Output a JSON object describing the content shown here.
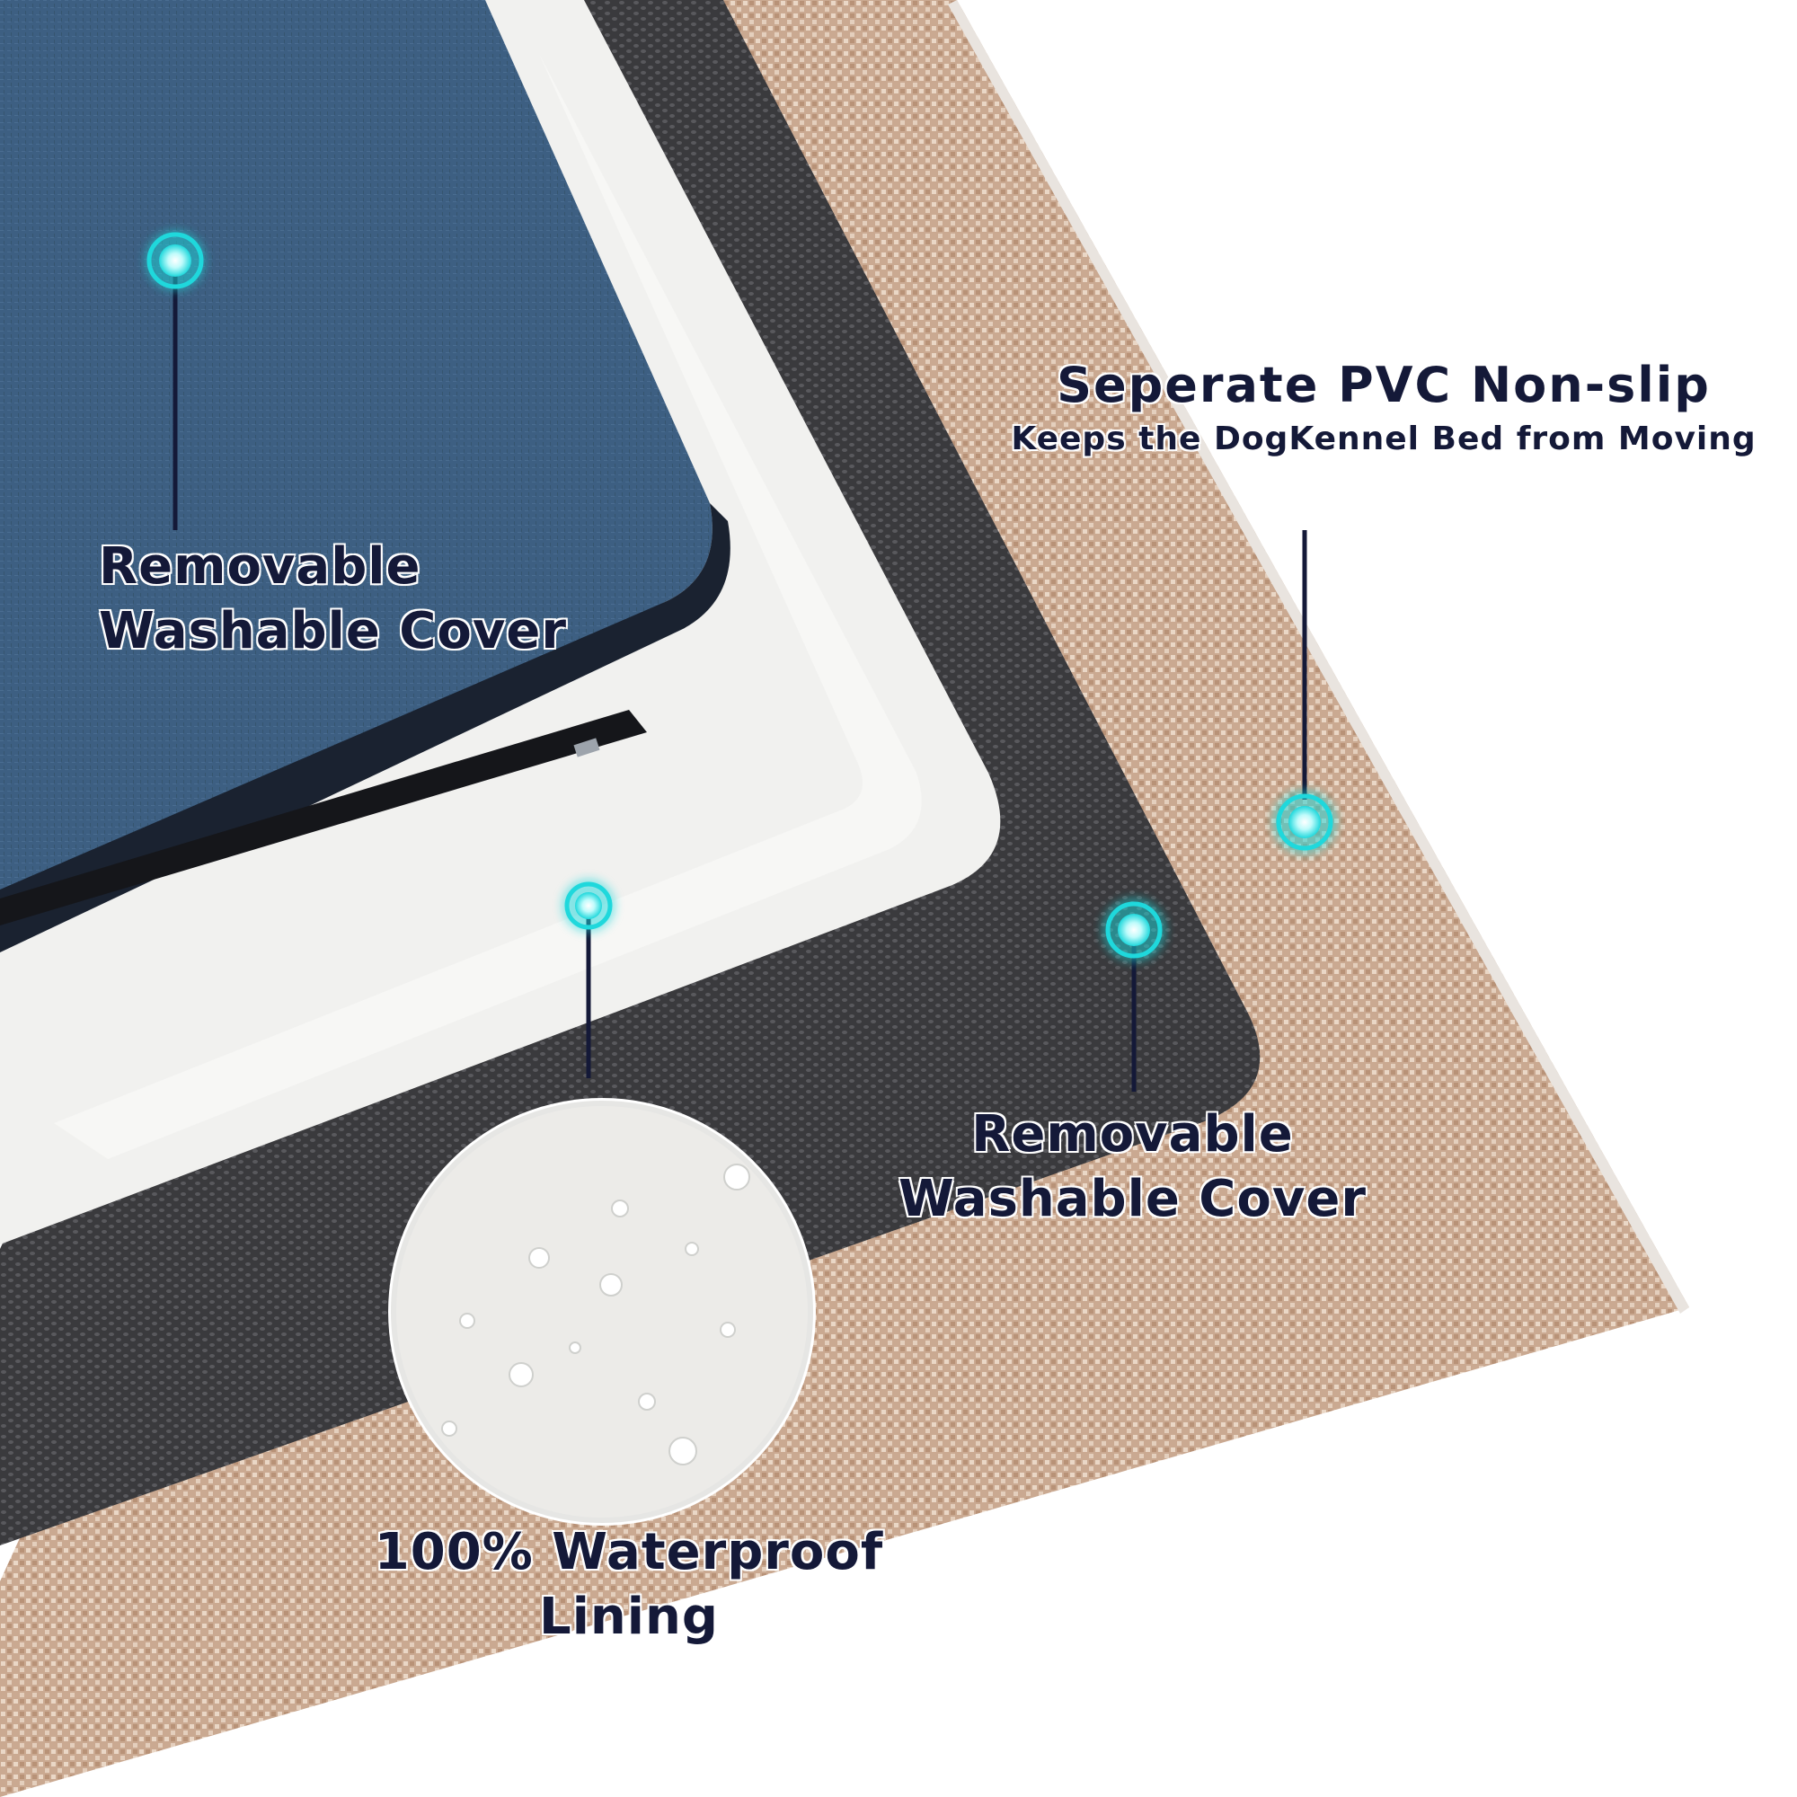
{
  "callouts": {
    "cover_top": {
      "line1": "Removable",
      "line2": "Washable Cover"
    },
    "cover_mesh": {
      "line1": "Removable",
      "line2": "Washable Cover"
    },
    "lining": {
      "line1": "100% Waterproof",
      "line2": "Lining"
    },
    "pvc": {
      "title": "Seperate PVC Non-slip",
      "subtitle": "Keeps the DogKennel Bed from Moving"
    }
  },
  "colors": {
    "cover_blue": "#3d5f82",
    "waterproof_white": "#f1f1ef",
    "mesh_gray": "#3f3f42",
    "pvc_tan": "#c8a88f",
    "marker_cyan": "#1fd8dc",
    "text_navy": "#141938"
  }
}
